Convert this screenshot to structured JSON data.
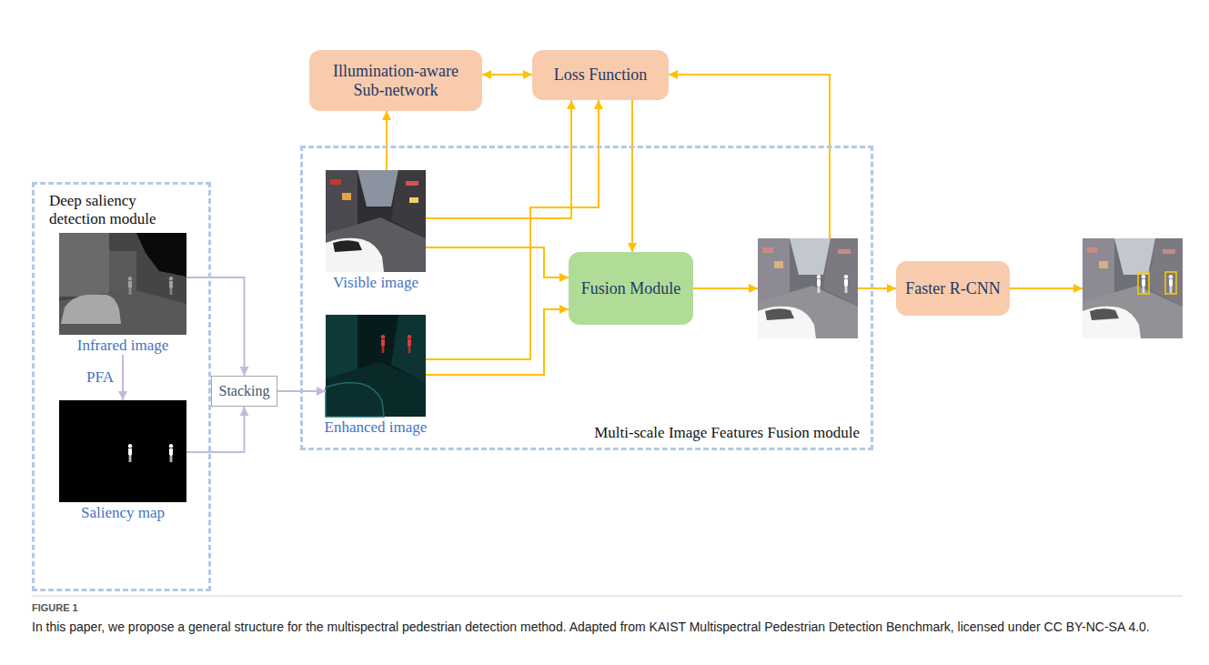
{
  "diagram": {
    "caption": "In this paper, we propose a general structure for the multispectral pedestrian detection method. Adapted from KAIST Multispectral Pedestrian Detection Benchmark, licensed under CC BY-NC-SA 4.0.",
    "nodes": [
      {
        "text": [
          "Deep saliency detection module"
        ]
      },
      {
        "text": [
          "Infrared image"
        ],
        "in": 0
      },
      {
        "text": [
          "Saliency map"
        ],
        "in": 0
      },
      {
        "text": [
          "Stacking"
        ]
      },
      {
        "text": [
          "Illumination-aware Sub-network"
        ]
      },
      {
        "text": [
          "Loss Function"
        ]
      },
      {
        "text": [
          "Multi-scale Image Features Fusion module"
        ]
      },
      {
        "text": [
          "Visible image"
        ],
        "in": 6
      },
      {
        "text": [
          "Enhanced image"
        ],
        "in": 6
      },
      {
        "text": [
          "Fusion Module"
        ],
        "in": 6
      },
      {
        "text": [
          "Faster R-CNN"
        ]
      }
    ],
    "edges": [
      {
        "from": 1,
        "to": 2,
        "arrow": "to",
        "label": "PFA"
      },
      {
        "from": 1,
        "to": 3,
        "arrow": "to"
      },
      {
        "from": 2,
        "to": 3,
        "arrow": "to"
      },
      {
        "from": 3,
        "to": 8,
        "arrow": "to"
      },
      {
        "from": 7,
        "to": 4,
        "arrow": "to"
      },
      {
        "from": 4,
        "to": 5,
        "arrow": "both"
      },
      {
        "from": 7,
        "to": 5,
        "arrow": "to"
      },
      {
        "from": 8,
        "to": 5,
        "arrow": "to"
      },
      {
        "from": 5,
        "to": 9,
        "arrow": "to"
      },
      {
        "from": 7,
        "to": 9,
        "arrow": "to"
      },
      {
        "from": 8,
        "to": 9,
        "arrow": "to"
      }
    ],
    "labels": [
      "FIGURE 1"
    ]
  }
}
